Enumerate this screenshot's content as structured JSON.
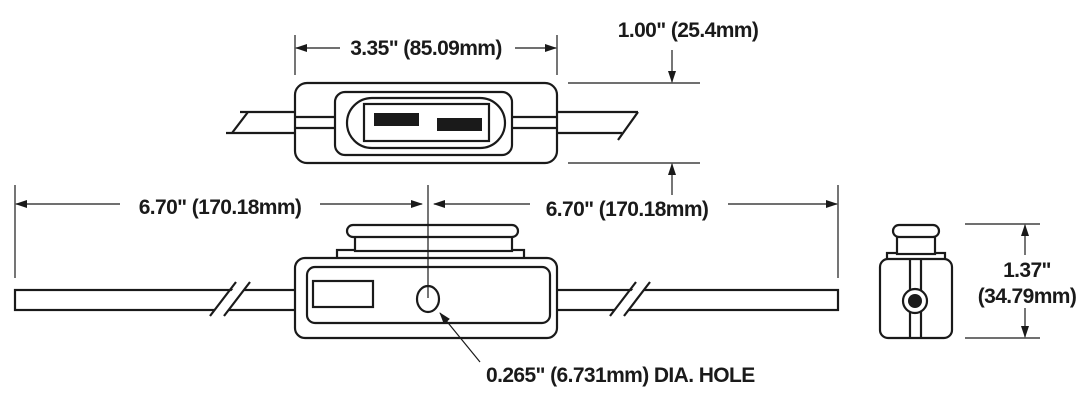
{
  "dimensions": {
    "top_width": "3.35\" (85.09mm)",
    "top_height": "1.00\" (25.4mm)",
    "left_length": "6.70\" (170.18mm)",
    "right_length": "6.70\" (170.18mm)",
    "end_height_in": "1.37\"",
    "end_height_mm": "(34.79mm)",
    "hole_note": "0.265\" (6.731mm) DIA. HOLE"
  }
}
